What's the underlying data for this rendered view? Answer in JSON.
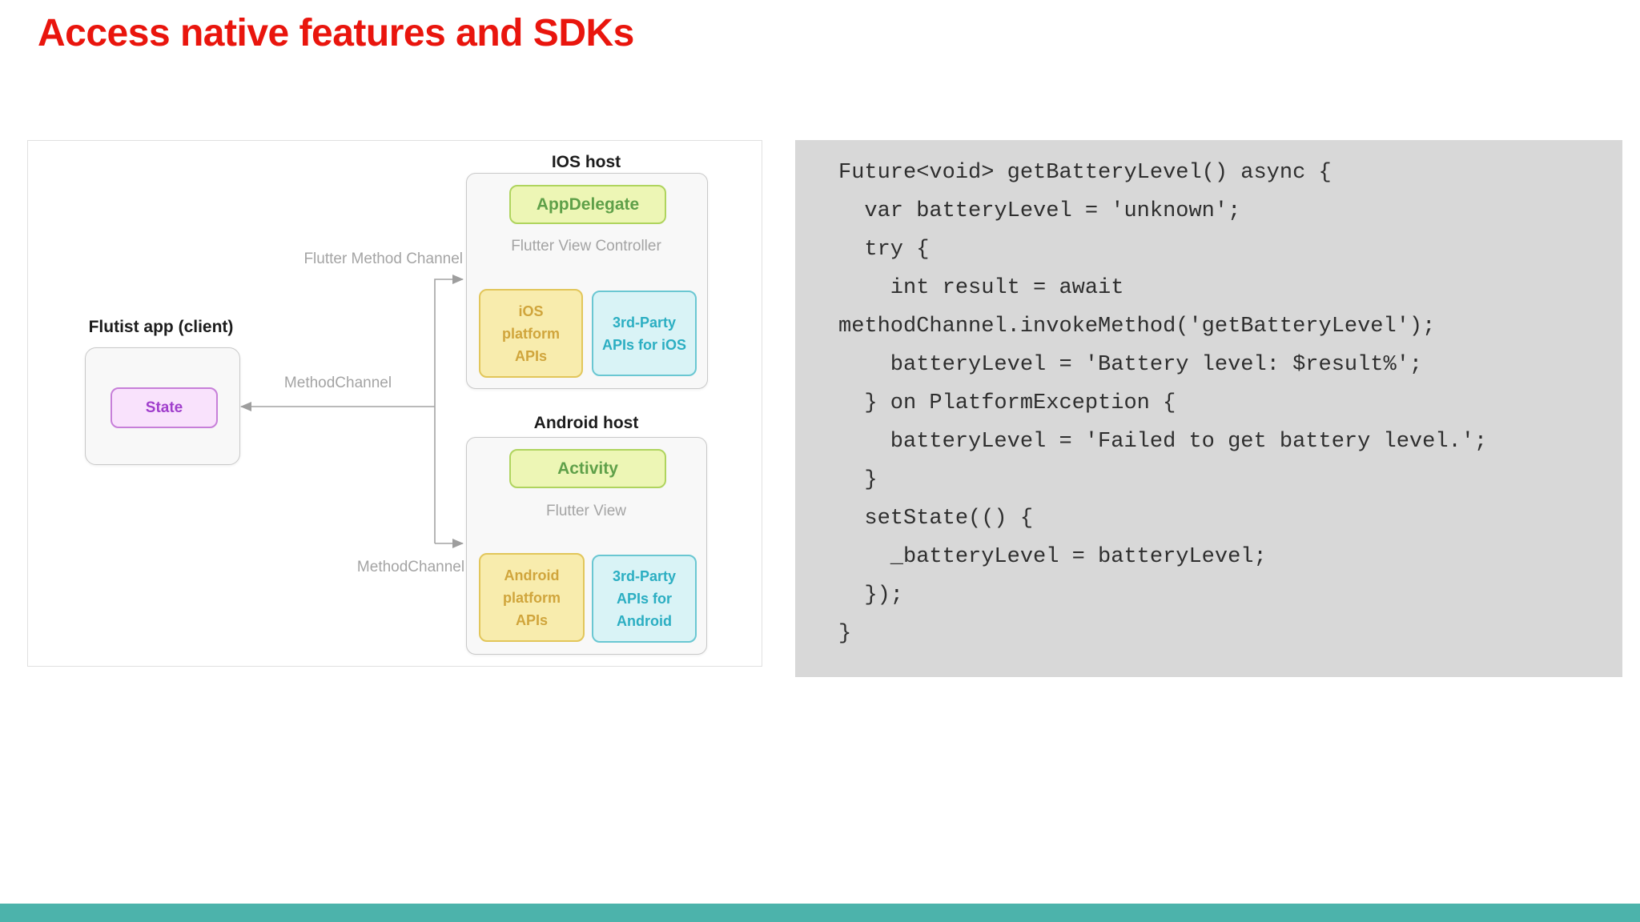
{
  "slide": {
    "title": "Access native features and SDKs"
  },
  "colors": {
    "title_red": "#E9150D",
    "footer_teal": "#4CB3AB",
    "code_panel_bg": "#D8D8D8",
    "green_node_bg": "#EDF6B5",
    "green_node_border": "#AFD45E",
    "green_node_text": "#5FA049",
    "yellow_node_bg": "#F8ECAD",
    "yellow_node_border": "#E2C65A",
    "yellow_node_text": "#D0A53C",
    "cyan_node_bg": "#D9F3F6",
    "cyan_node_border": "#6AC7D2",
    "cyan_node_text": "#2BAEC2",
    "state_node_bg": "#F9E2FC",
    "state_node_border": "#C77FD9",
    "state_node_text": "#A03ECC",
    "arrow_gray": "#a3a3a3"
  },
  "diagram": {
    "flutter_app": {
      "label": "Flutist app (client)",
      "state_node": "State"
    },
    "channels": {
      "flutter_method_channel": "Flutter Method Channel",
      "method_channel_top": "MethodChannel",
      "method_channel_bottom": "MethodChannel"
    },
    "ios_host": {
      "title": "IOS host",
      "app_delegate": "AppDelegate",
      "view_label": "Flutter View Controller",
      "platform_apis": "iOS\nplatform\nAPIs",
      "third_party_apis": "3rd-Party\nAPIs for iOS"
    },
    "android_host": {
      "title": "Android host",
      "activity": "Activity",
      "view_label": "Flutter View",
      "platform_apis": "Android\nplatform\nAPIs",
      "third_party_apis": "3rd-Party\nAPIs for\nAndroid"
    }
  },
  "code": {
    "lines": [
      "Future<void> getBatteryLevel() async {",
      "  var batteryLevel = 'unknown';",
      "  try {",
      "    int result = await",
      "methodChannel.invokeMethod('getBatteryLevel');",
      "    batteryLevel = 'Battery level: $result%';",
      "  } on PlatformException {",
      "    batteryLevel = 'Failed to get battery level.';",
      "  }",
      "  setState(() {",
      "    _batteryLevel = batteryLevel;",
      "  });",
      "}"
    ]
  }
}
